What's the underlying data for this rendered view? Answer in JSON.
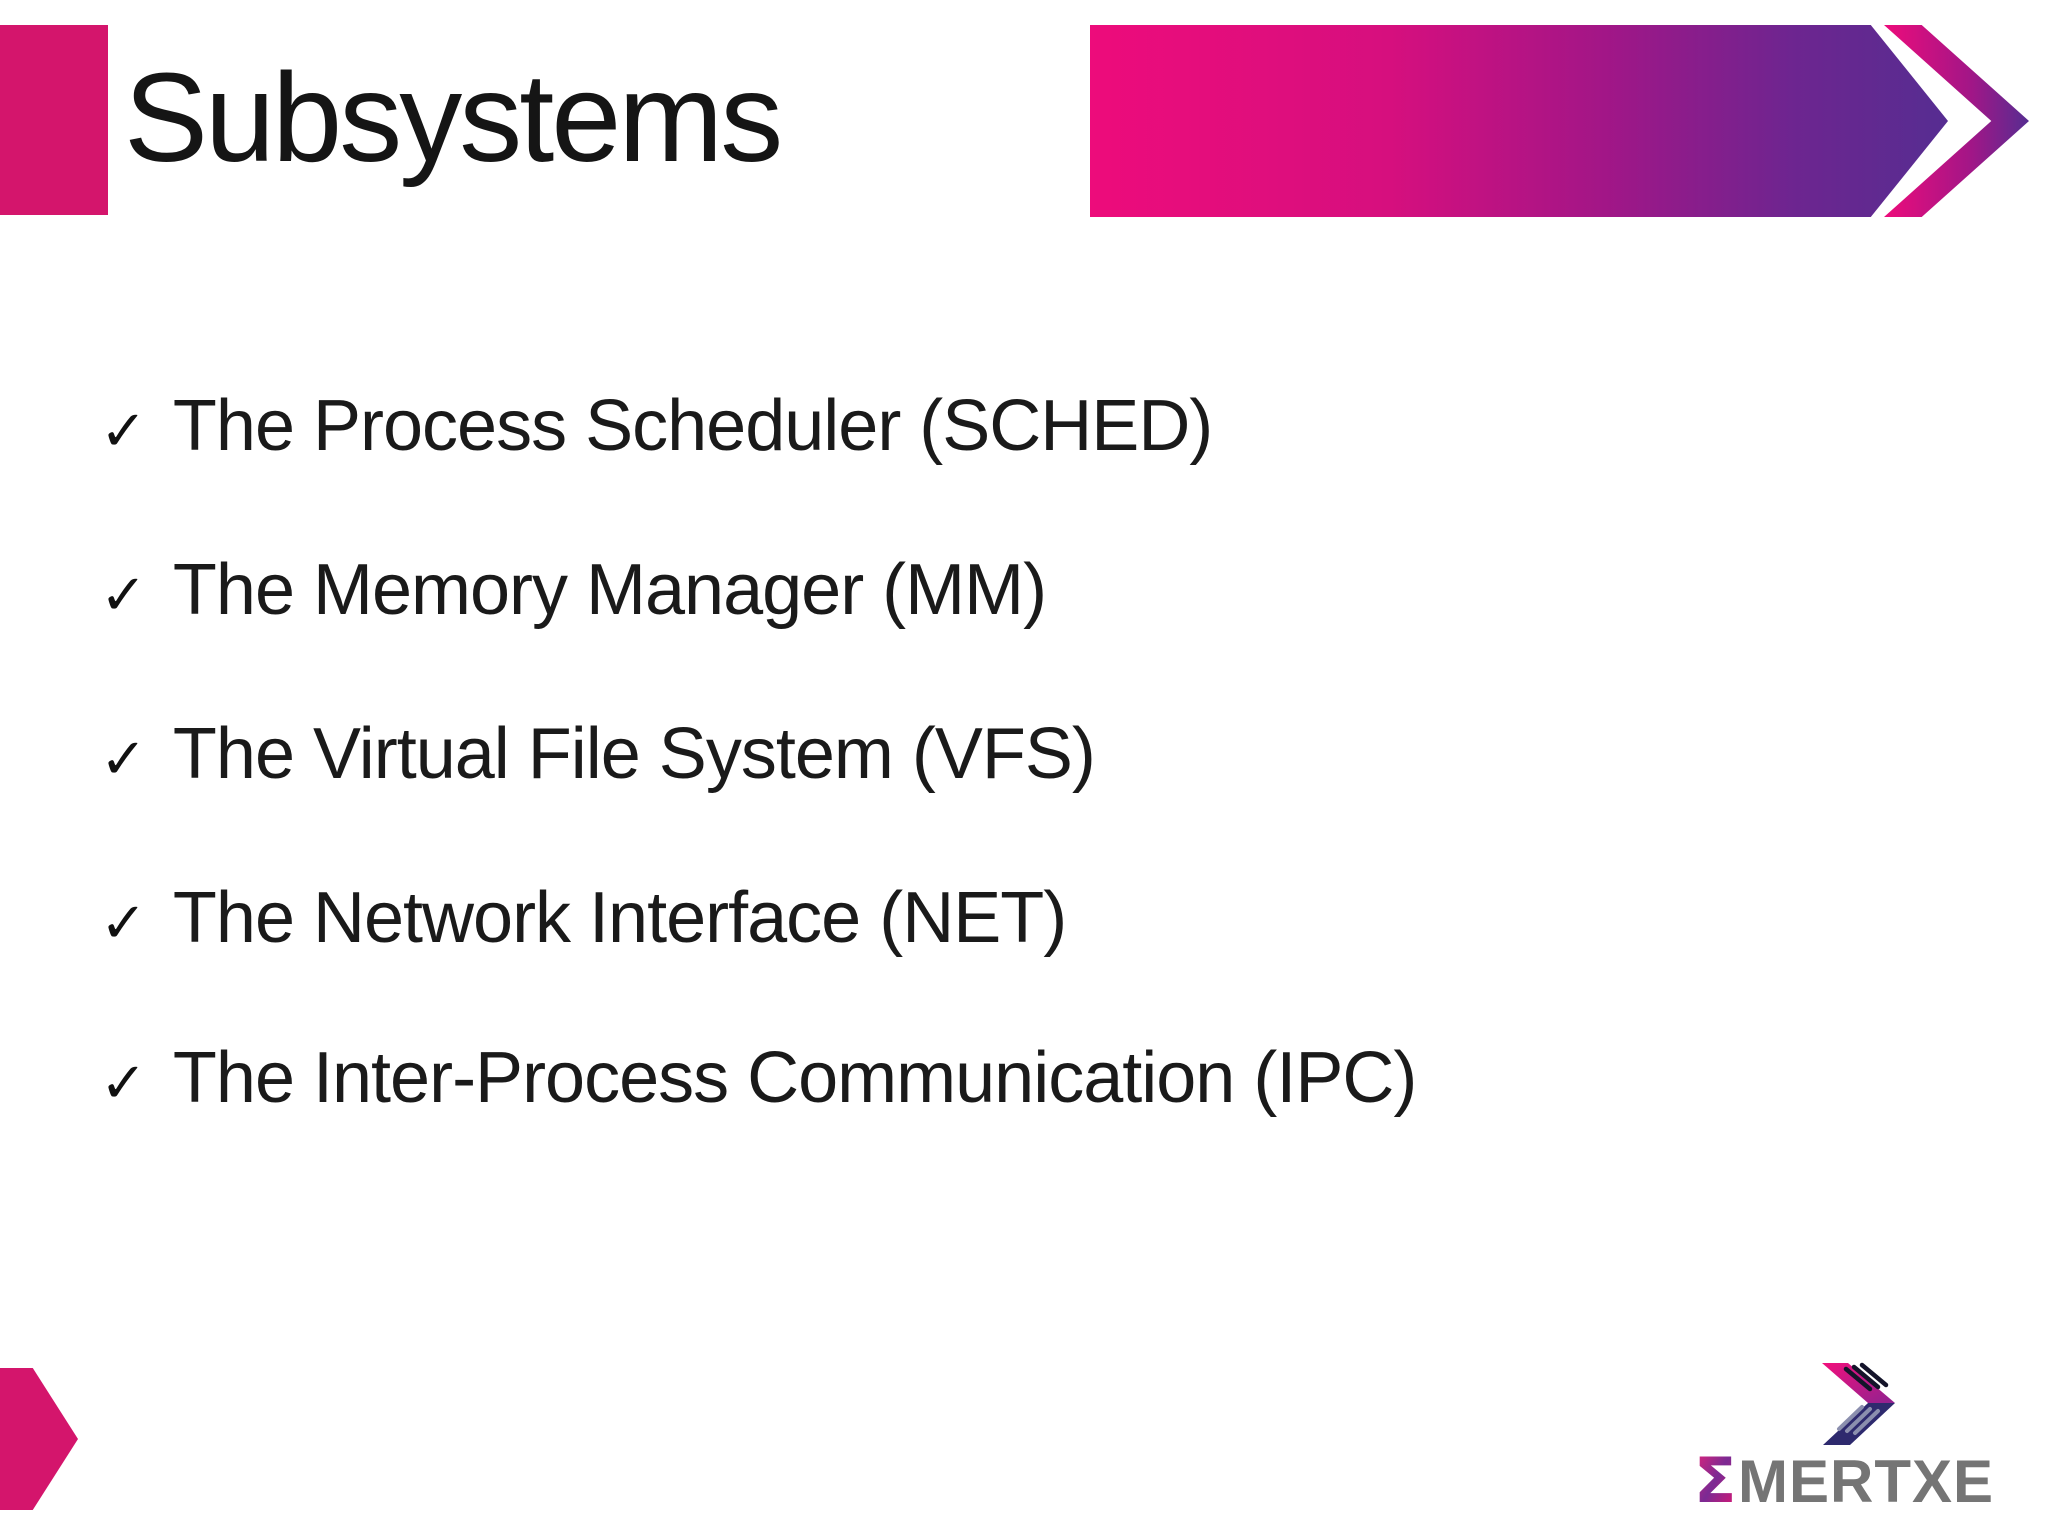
{
  "header": {
    "title": "Subsystems"
  },
  "content": {
    "items": [
      {
        "label": "The Process Scheduler (SCHED)"
      },
      {
        "label": "The Memory Manager (MM)"
      },
      {
        "label": "The Virtual File System (VFS)"
      },
      {
        "label": "The Network Interface (NET)"
      },
      {
        "label": "The Inter-Process Communication (IPC)"
      }
    ]
  },
  "icons": {
    "check": "✓"
  },
  "logo": {
    "sigma": "Σ",
    "brand": "MERTXE"
  },
  "colors": {
    "brand_pink": "#d4156c",
    "banner_pink": "#ec0c7b",
    "banner_purple": "#562d91",
    "text_black": "#1a1a1a",
    "logo_gray": "#757575",
    "logo_indigo": "#2e2a6e"
  }
}
